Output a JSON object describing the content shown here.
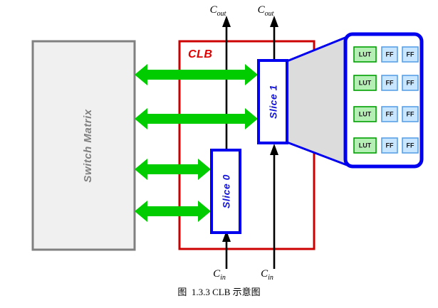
{
  "figure": {
    "caption": "图  1.3.3 CLB 示意图",
    "background": "#ffffff"
  },
  "colors": {
    "switch_matrix_fill": "#f0f0f0",
    "switch_matrix_border": "#808080",
    "clb_border": "#cc0000",
    "clb_label": "#e00000",
    "slice_border": "#0000ee",
    "slice_label": "#1414dc",
    "arrow_green": "#00cc00",
    "cone_fill": "#dcdcdc",
    "cone_border": "#0000ee",
    "lut_fill": "#b4f0b4",
    "lut_border": "#00a000",
    "ff_fill": "#c8e6ff",
    "ff_border": "#5aa0e6",
    "signal_line": "#000000"
  },
  "blocks": {
    "switch_matrix": {
      "label": "Switch Matrix",
      "orientation": "vertical"
    },
    "clb": {
      "label": "CLB"
    },
    "slice1": {
      "label": "Slice 1",
      "orientation": "vertical"
    },
    "slice0": {
      "label": "Slice 0",
      "orientation": "vertical"
    }
  },
  "ports": {
    "cout_left": {
      "base": "C",
      "sub": "out"
    },
    "cout_right": {
      "base": "C",
      "sub": "out"
    },
    "cin_left": {
      "base": "C",
      "sub": "in"
    },
    "cin_right": {
      "base": "C",
      "sub": "in"
    }
  },
  "slice_detail": {
    "rows": [
      {
        "cells": [
          "LUT",
          "FF",
          "FF"
        ]
      },
      {
        "cells": [
          "LUT",
          "FF",
          "FF"
        ]
      },
      {
        "cells": [
          "LUT",
          "FF",
          "FF"
        ]
      },
      {
        "cells": [
          "LUT",
          "FF",
          "FF"
        ]
      }
    ]
  },
  "connections": {
    "routing_arrows": [
      {
        "from": "switch-matrix",
        "to": "slice-1",
        "type": "bidirectional"
      },
      {
        "from": "switch-matrix",
        "to": "slice-1",
        "type": "bidirectional"
      },
      {
        "from": "switch-matrix",
        "to": "slice-0",
        "type": "bidirectional"
      },
      {
        "from": "switch-matrix",
        "to": "slice-0",
        "type": "bidirectional"
      }
    ]
  }
}
